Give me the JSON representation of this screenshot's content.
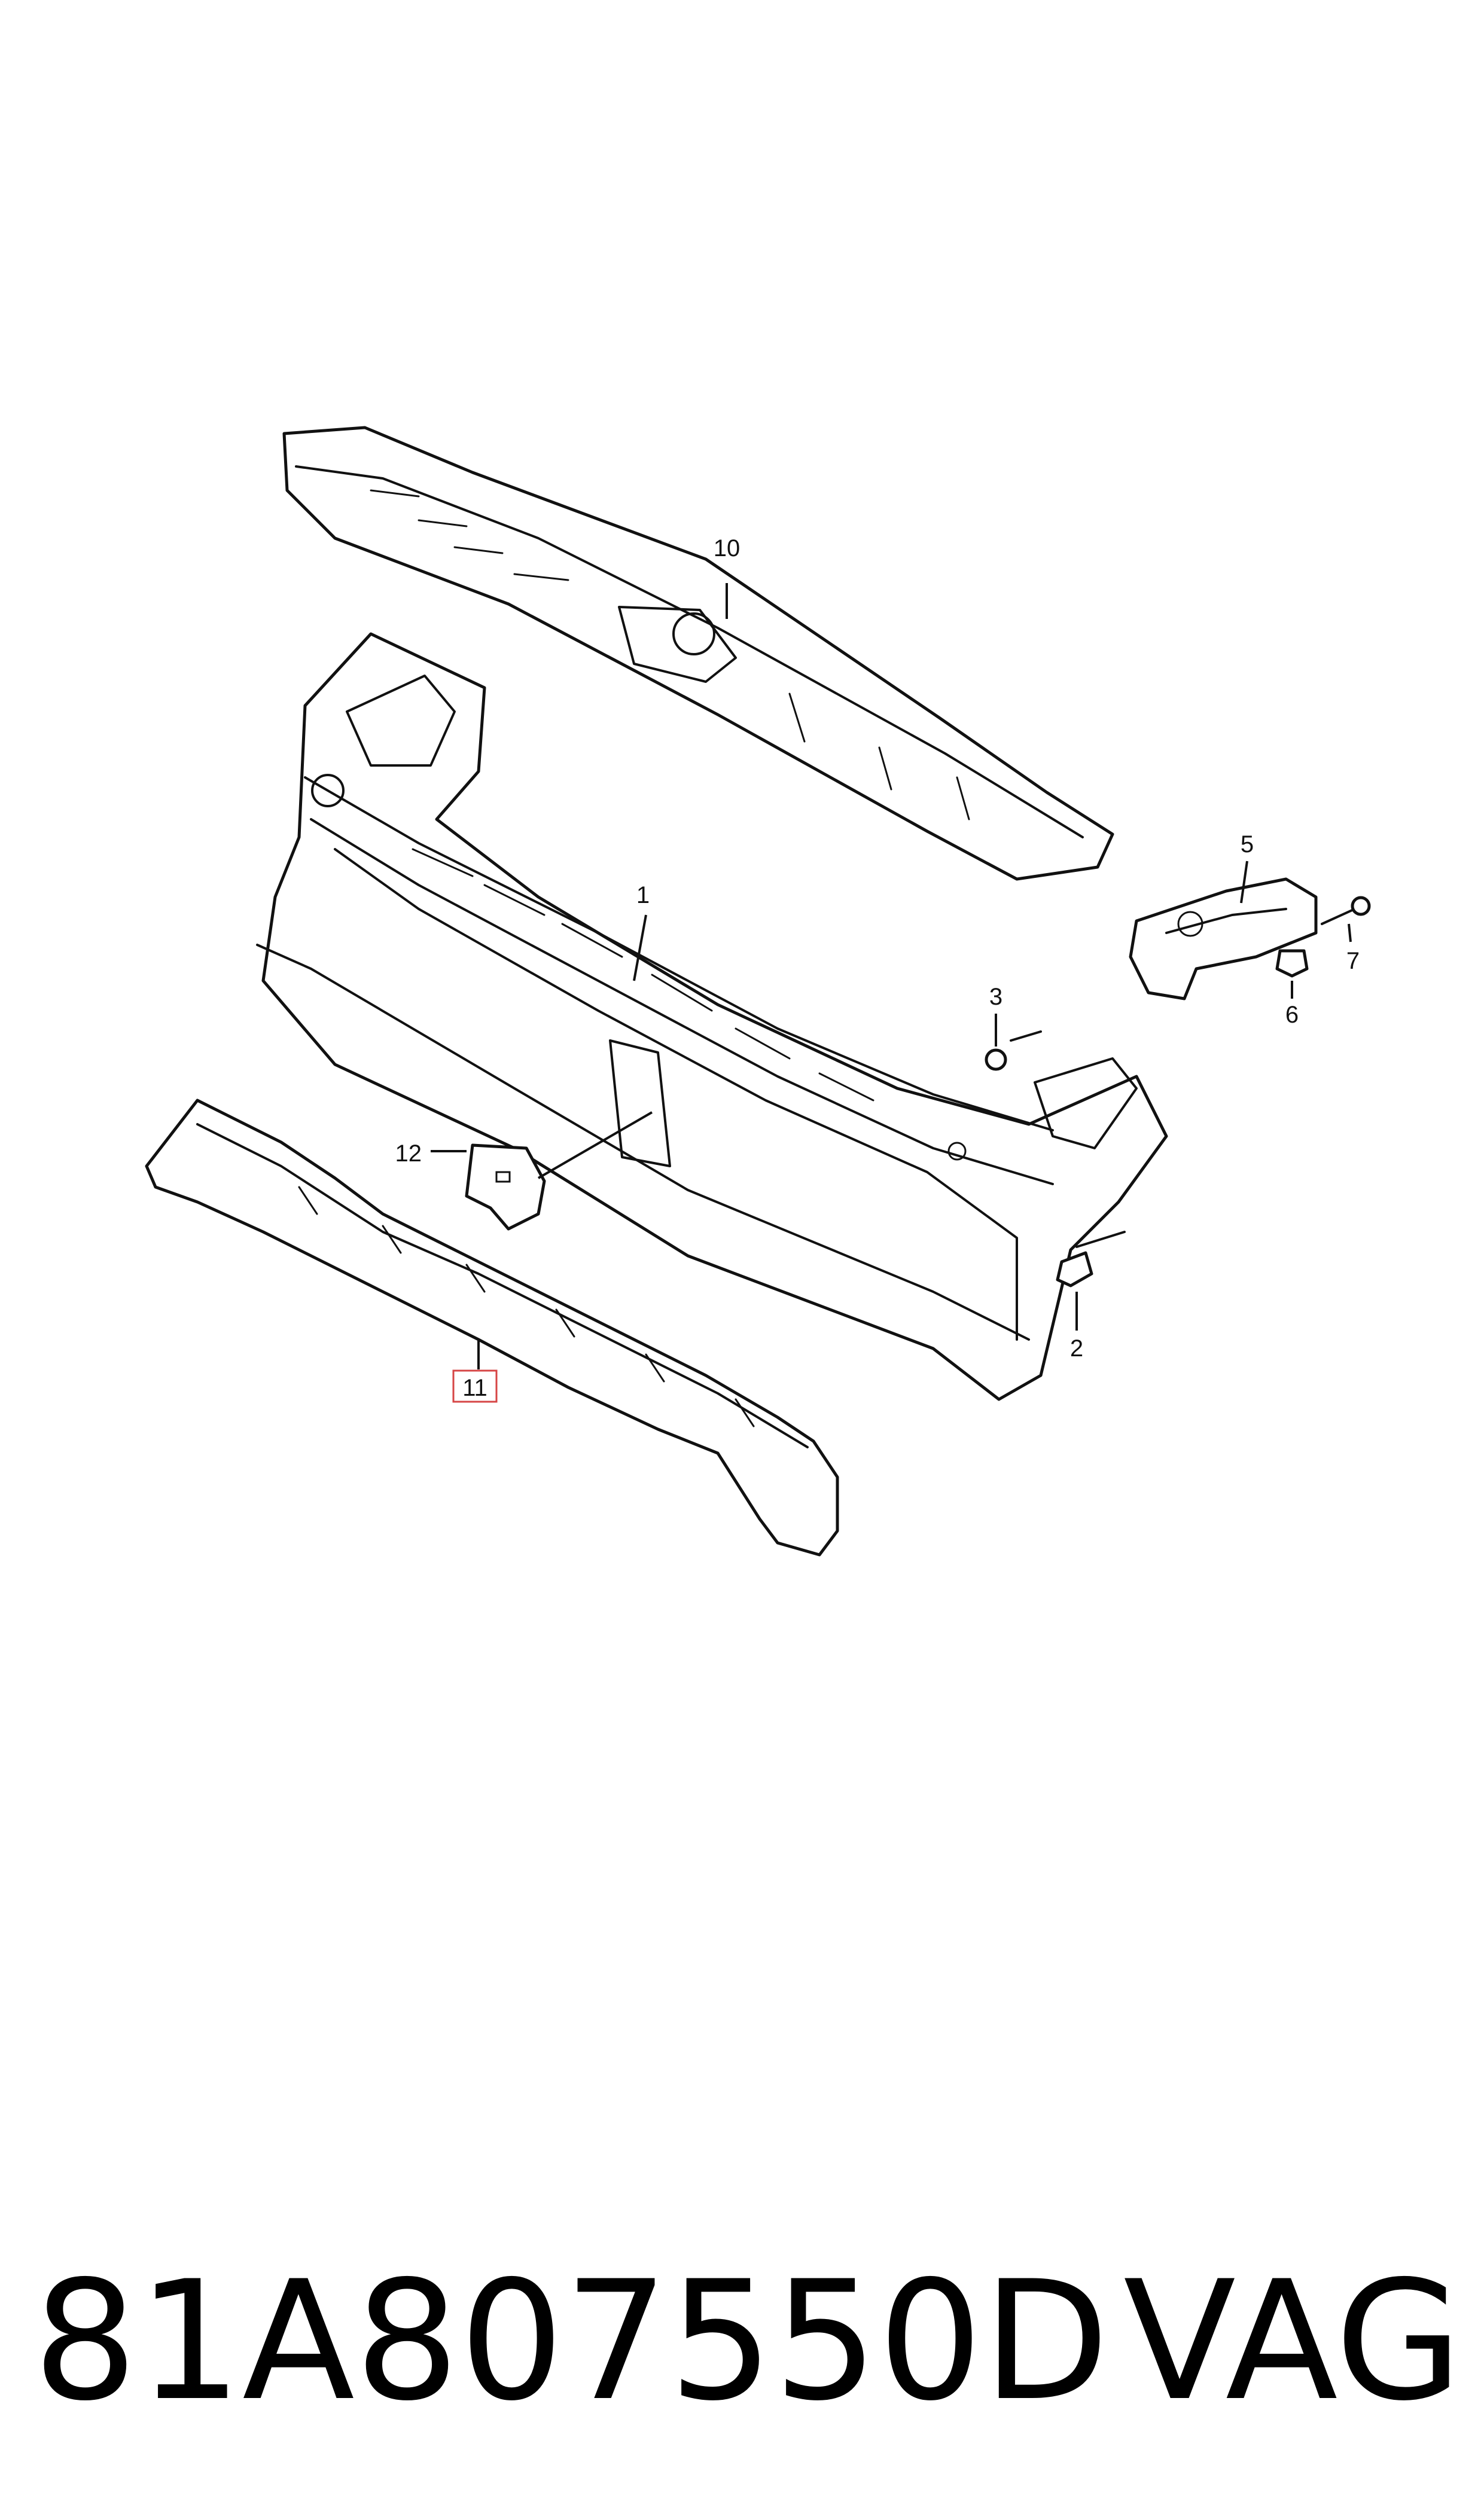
{
  "footer": {
    "part_number": "81A807550D",
    "brand": "VAG"
  },
  "callouts": [
    "1",
    "2",
    "3",
    "5",
    "6",
    "7",
    "10",
    "11",
    "12"
  ],
  "highlighted_callout": "11",
  "colors": {
    "line": "#111111",
    "highlight": "#d64545",
    "background": "#ffffff"
  }
}
